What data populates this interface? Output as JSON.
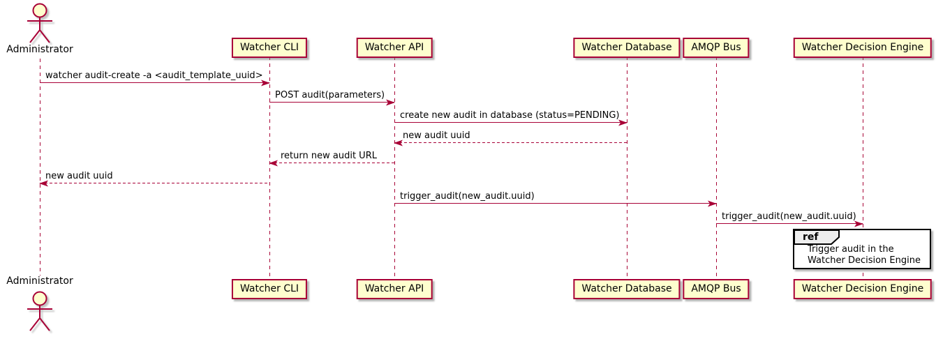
{
  "diagram_type": "sequence-diagram",
  "colors": {
    "participant_fill": "#FEFECE",
    "participant_border": "#A80036",
    "lifeline": "#A80036",
    "arrow": "#A80036",
    "text": "#000000",
    "ref_border": "#000000",
    "ref_tag_fill": "#EEEEEE",
    "background": "#FFFFFF"
  },
  "actor": {
    "label": "Administrator"
  },
  "participants": [
    {
      "label": "Watcher CLI"
    },
    {
      "label": "Watcher API"
    },
    {
      "label": "Watcher Database"
    },
    {
      "label": "AMQP Bus"
    },
    {
      "label": "Watcher Decision Engine"
    }
  ],
  "messages": [
    {
      "from": "Administrator",
      "to": "Watcher CLI",
      "label": "watcher audit-create -a <audit_template_uuid>",
      "style": "solid",
      "direction": "right"
    },
    {
      "from": "Watcher CLI",
      "to": "Watcher API",
      "label": "POST audit(parameters)",
      "style": "solid",
      "direction": "right"
    },
    {
      "from": "Watcher API",
      "to": "Watcher Database",
      "label": "create new audit in database (status=PENDING)",
      "style": "solid",
      "direction": "right"
    },
    {
      "from": "Watcher Database",
      "to": "Watcher API",
      "label": "new audit uuid",
      "style": "dashed",
      "direction": "left"
    },
    {
      "from": "Watcher API",
      "to": "Watcher CLI",
      "label": "return new audit URL",
      "style": "dashed",
      "direction": "left"
    },
    {
      "from": "Watcher CLI",
      "to": "Administrator",
      "label": "new audit uuid",
      "style": "dashed",
      "direction": "left"
    },
    {
      "from": "Watcher API",
      "to": "AMQP Bus",
      "label": "trigger_audit(new_audit.uuid)",
      "style": "solid",
      "direction": "right"
    },
    {
      "from": "AMQP Bus",
      "to": "Watcher Decision Engine",
      "label": "trigger_audit(new_audit.uuid)",
      "style": "solid",
      "direction": "right"
    }
  ],
  "ref": {
    "tag": "ref",
    "line1": "Trigger audit in the",
    "line2": "Watcher Decision Engine"
  }
}
